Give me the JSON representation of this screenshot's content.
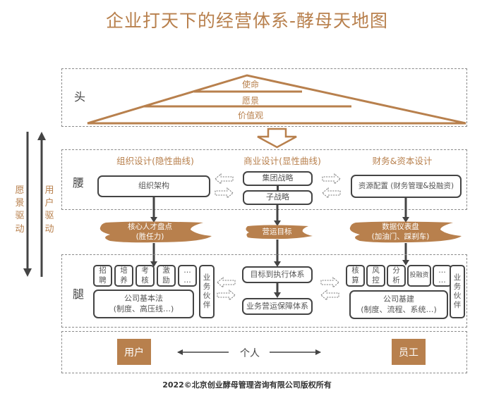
{
  "title": "企业打天下的经营体系-酵母天地图",
  "colors": {
    "accent": "#b8804d",
    "line": "#444444",
    "dashed": "#8a8a8a"
  },
  "left_axis": {
    "down_label": "愿景驱动",
    "up_label": "用户驱动"
  },
  "head": {
    "label": "头",
    "pyramid": [
      "使命",
      "愿景",
      "价值观"
    ]
  },
  "waist": {
    "label": "腰",
    "columns": [
      {
        "heading": "组织设计(隐性曲线)",
        "boxes": [
          "组织架构"
        ]
      },
      {
        "heading": "商业设计(显性曲线)",
        "boxes": [
          "集团战略",
          "子战略"
        ]
      },
      {
        "heading": "财务&资本设计",
        "boxes": [
          "资源配置 (财务管理&投融资)"
        ]
      }
    ]
  },
  "clouds": [
    {
      "line1": "核心人才盘点",
      "line2": "(胜任力)"
    },
    {
      "line1": "营运目标",
      "line2": ""
    },
    {
      "line1": "数据仪表盘",
      "line2": "(加油门、踩刹车)"
    }
  ],
  "leg": {
    "label": "腿",
    "left": {
      "small_boxes": [
        {
          "l1": "招",
          "l2": "聘"
        },
        {
          "l1": "培",
          "l2": "养"
        },
        {
          "l1": "考",
          "l2": "核"
        },
        {
          "l1": "激",
          "l2": "励"
        },
        {
          "l1": "…",
          "l2": "…"
        }
      ],
      "base_line1": "公司基本法",
      "base_line2": "(制度、高压线…)",
      "partner": "业务伙伴"
    },
    "middle": {
      "boxes": [
        "目标到执行体系",
        "业务营运保障体系"
      ]
    },
    "right": {
      "small_boxes": [
        {
          "l1": "核",
          "l2": "算"
        },
        {
          "l1": "风",
          "l2": "控"
        },
        {
          "l1": "分",
          "l2": "析"
        },
        {
          "l1": "投融资",
          "l2": ""
        },
        {
          "l1": "…",
          "l2": "…"
        }
      ],
      "base_line1": "公司基建",
      "base_line2": "(制度、流程、系统…)",
      "partner": "业务伙伴"
    }
  },
  "foot": {
    "left_tag": "用户",
    "center": "个人",
    "right_tag": "员工"
  },
  "footer": "2022©北京创业酵母管理咨询有限公司版权所有"
}
